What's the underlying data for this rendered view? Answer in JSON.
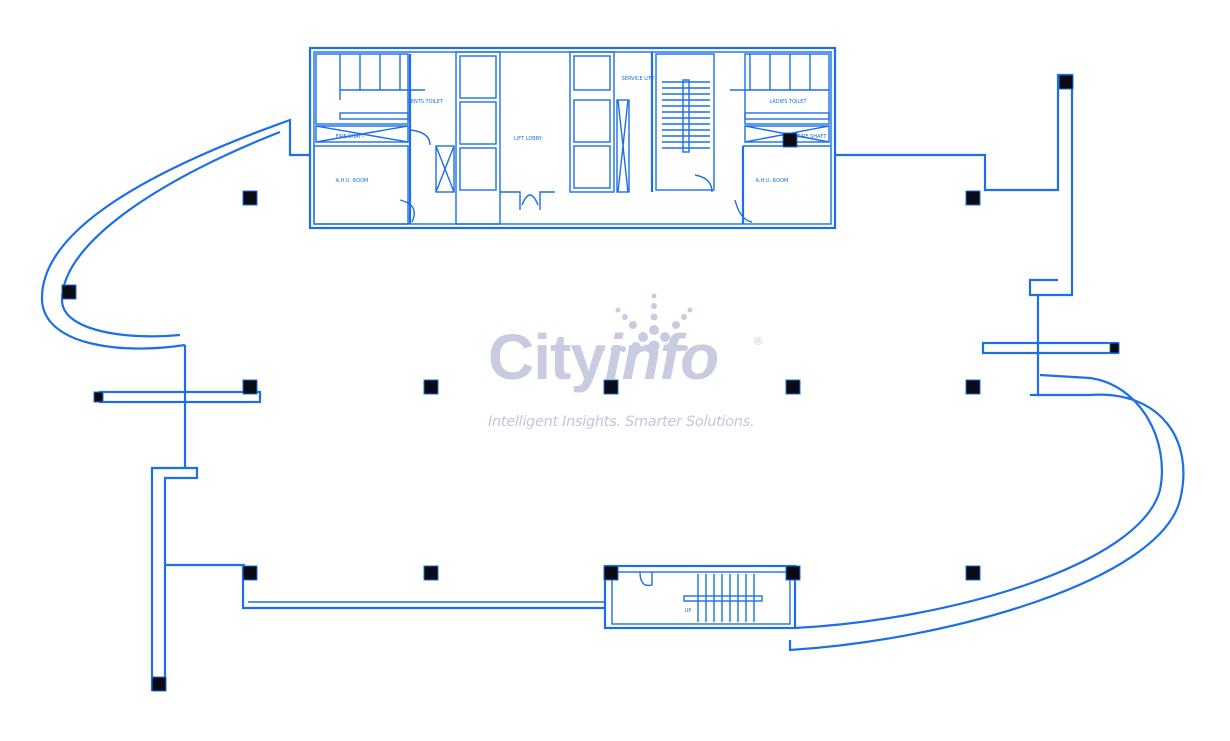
{
  "plan": {
    "wall_color": "#1c6fe6",
    "column_color": "#0a0a14",
    "rooms": {
      "gents_toilet": "GENTS TOILET",
      "ahu_room_left": "A.H.U. ROOM",
      "fire_shaft_left": "FIRE SHAFT",
      "lift_lobby": "LIFT LOBBY",
      "service_lift": "SERVICE LIFT",
      "ladies_toilet": "LADIES TOILET",
      "ahu_room_right": "A.H.U. ROOM",
      "fire_shaft_right": "FIRE SHAFT",
      "stair_up": "UP"
    }
  },
  "watermark": {
    "brand_plain": "City",
    "brand_italic": "info",
    "registered": "®",
    "tagline": "Intelligent Insights. Smarter Solutions.",
    "color": "#c9cbe1"
  }
}
